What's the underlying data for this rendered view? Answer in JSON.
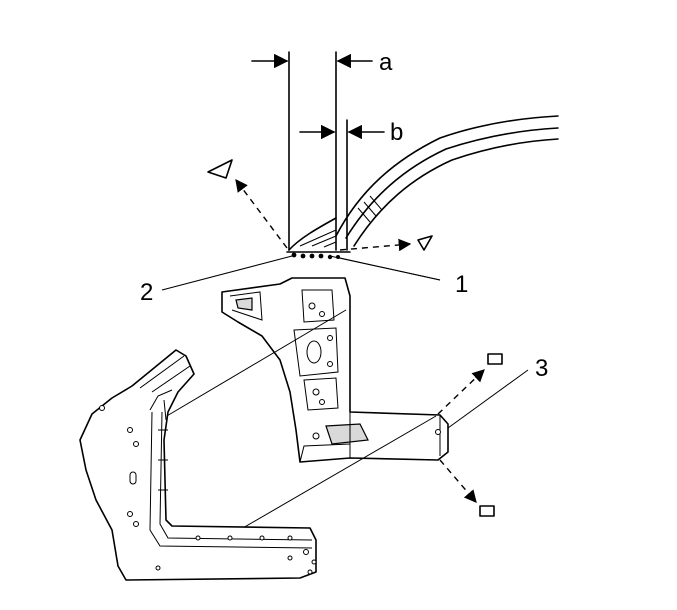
{
  "diagram": {
    "dimension_labels": {
      "a": "a",
      "b": "b"
    },
    "callouts": {
      "c1": "1",
      "c2": "2",
      "c3": "3"
    }
  }
}
